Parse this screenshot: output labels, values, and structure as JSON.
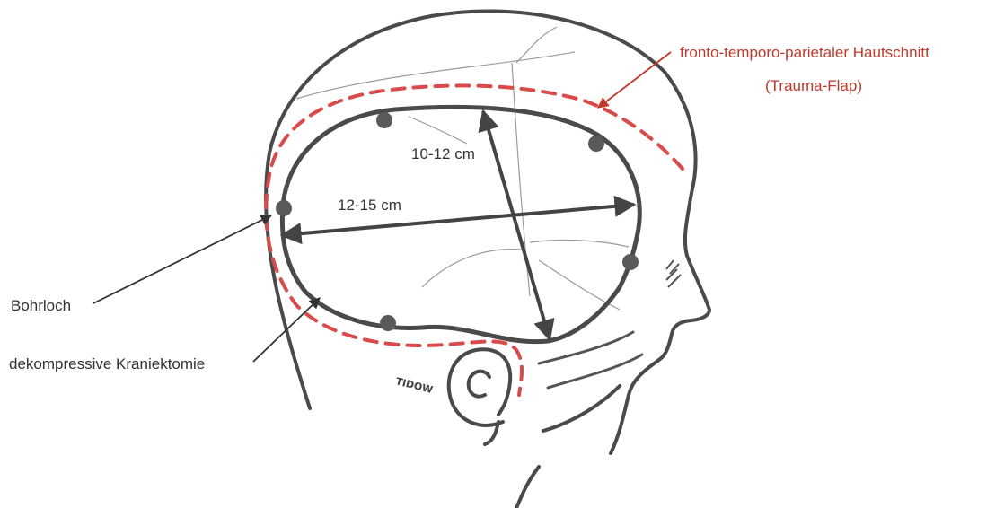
{
  "labels": {
    "incision_line1": "fronto-temporo-parietaler Hautschnitt",
    "incision_line2": "(Trauma-Flap)",
    "vertical_measure": "10-12 cm",
    "horizontal_measure": "12-15 cm",
    "burr_hole": "Bohrloch",
    "craniectomy": "dekompressive Kraniektomie",
    "signature": "TIDOW"
  },
  "colors": {
    "sketch": "#4a4a4a",
    "incision": "#d94a4a",
    "label_red": "#c0392b",
    "label_black": "#333333"
  }
}
